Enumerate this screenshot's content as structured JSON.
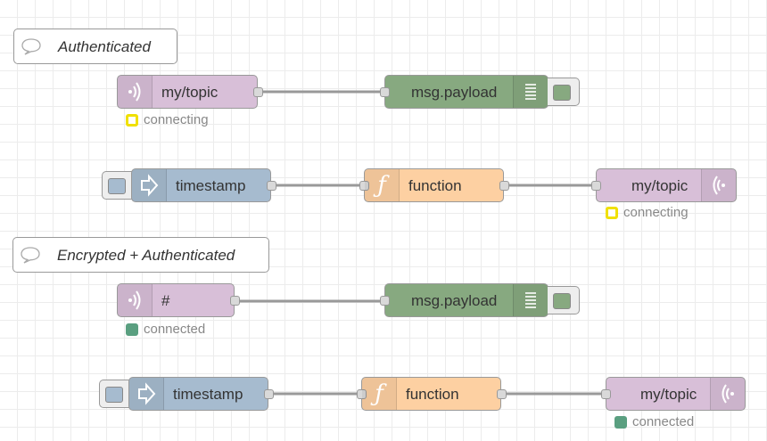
{
  "flow": {
    "comments": [
      {
        "text": "Authenticated"
      },
      {
        "text": "Encrypted + Authenticated"
      }
    ],
    "nodes": {
      "mqtt_in_1": {
        "label": "my/topic",
        "icon": "mqtt-radio-icon"
      },
      "debug_1": {
        "label": "msg.payload",
        "icon": "debug-list-icon"
      },
      "inject_1": {
        "label": "timestamp",
        "icon": "inject-arrow-icon"
      },
      "function_1": {
        "label": "function",
        "icon": "function-icon"
      },
      "mqtt_out_1": {
        "label": "my/topic",
        "icon": "mqtt-radio-icon"
      },
      "mqtt_in_2": {
        "label": "#",
        "icon": "mqtt-radio-icon"
      },
      "debug_2": {
        "label": "msg.payload",
        "icon": "debug-list-icon"
      },
      "inject_2": {
        "label": "timestamp",
        "icon": "inject-arrow-icon"
      },
      "function_2": {
        "label": "function",
        "icon": "function-icon"
      },
      "mqtt_out_2": {
        "label": "my/topic",
        "icon": "mqtt-radio-icon"
      }
    },
    "statuses": {
      "mqtt_in_1": {
        "text": "connecting",
        "color": "#f0e000"
      },
      "mqtt_out_1": {
        "text": "connecting",
        "color": "#f0e000"
      },
      "mqtt_in_2": {
        "text": "connected",
        "color": "#5a9f80"
      },
      "mqtt_out_2": {
        "text": "connected",
        "color": "#5a9f80"
      }
    }
  },
  "colors": {
    "mqtt": "#d8bfd8",
    "debug": "#87a980",
    "inject": "#a6bbcf",
    "function": "#fdd0a2",
    "wire": "#999999"
  }
}
